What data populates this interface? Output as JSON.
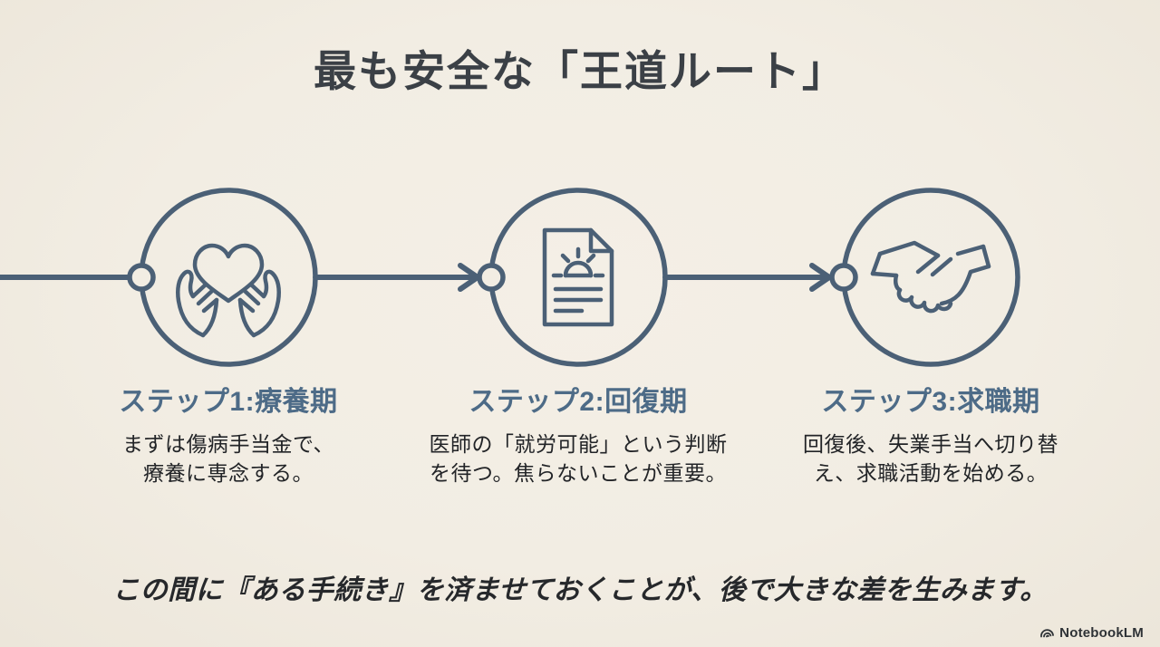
{
  "page": {
    "title": "最も安全な「王道ルート」",
    "background_color": "#f2ede3",
    "accent_color": "#4b6076",
    "label_color": "#4d6b87"
  },
  "steps": [
    {
      "label": "ステップ1:療養期",
      "description": "まずは傷病手当金で、\n療養に専念する。",
      "icon": "hands-holding-heart-icon"
    },
    {
      "label": "ステップ2:回復期",
      "description": "医師の「就労可能」という判断\nを待つ。焦らないことが重要。",
      "icon": "document-sun-icon"
    },
    {
      "label": "ステップ3:求職期",
      "description": "回復後、失業手当へ切り替\nえ、求職活動を始める。",
      "icon": "handshake-icon"
    }
  ],
  "footer": {
    "note": "この間に『ある手続き』を済ませておくことが、後で大きな差を生みます。",
    "brand": "NotebookLM"
  }
}
